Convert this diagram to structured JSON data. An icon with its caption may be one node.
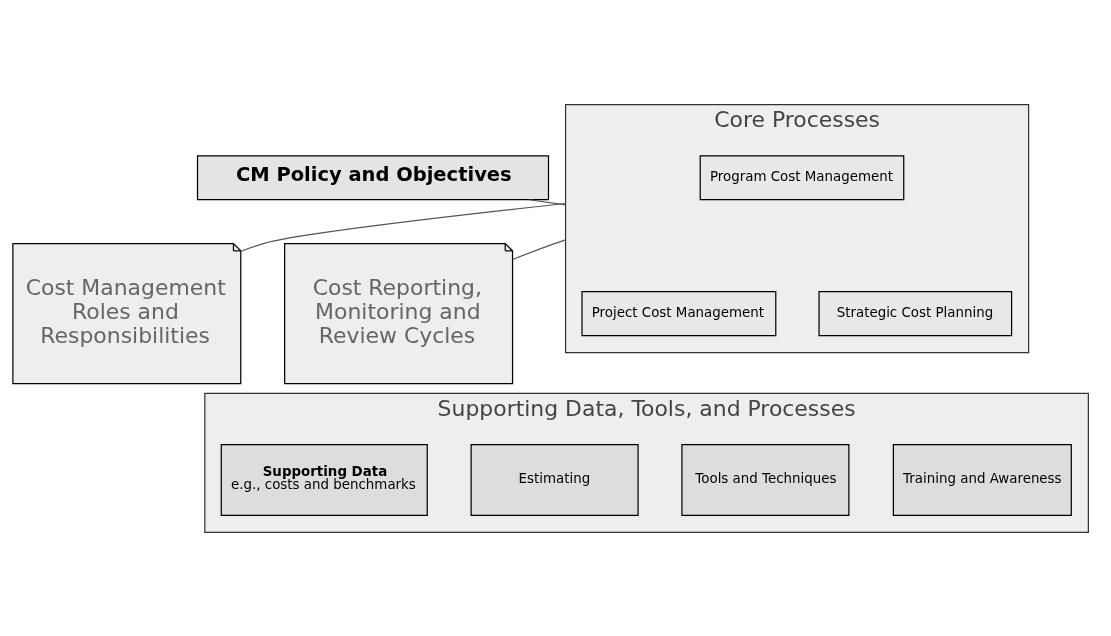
{
  "diagram": {
    "nodes": [
      {
        "text": [
          "CM Policy and Objectives"
        ]
      },
      {
        "text": [
          "Cost Management Roles and Responsibilities"
        ]
      },
      {
        "text": [
          "Core Processes"
        ]
      },
      {
        "text": [
          "Strategic Cost Planning"
        ],
        "in": 2
      },
      {
        "text": [
          "Program Cost Management"
        ],
        "in": 2
      },
      {
        "text": [
          "Project Cost Management"
        ],
        "in": 2
      },
      {
        "text": [
          "Cost Reporting, Monitoring and Review Cycles"
        ]
      },
      {
        "text": [
          "Supporting Data, Tools, and Processes"
        ]
      },
      {
        "text": [
          "Supporting Data",
          "e.g., costs and benchmarks"
        ],
        "in": 7
      },
      {
        "text": [
          "Tools and Techniques"
        ],
        "in": 7
      },
      {
        "text": [
          "Estimating"
        ],
        "in": 7
      },
      {
        "text": [
          "Training and Awareness"
        ],
        "in": 7
      }
    ],
    "edges": [
      {
        "from": 0,
        "to": 2,
        "arrow": "none"
      },
      {
        "from": 1,
        "to": 2,
        "arrow": "none"
      },
      {
        "from": 2,
        "to": 6,
        "arrow": "none"
      }
    ]
  }
}
